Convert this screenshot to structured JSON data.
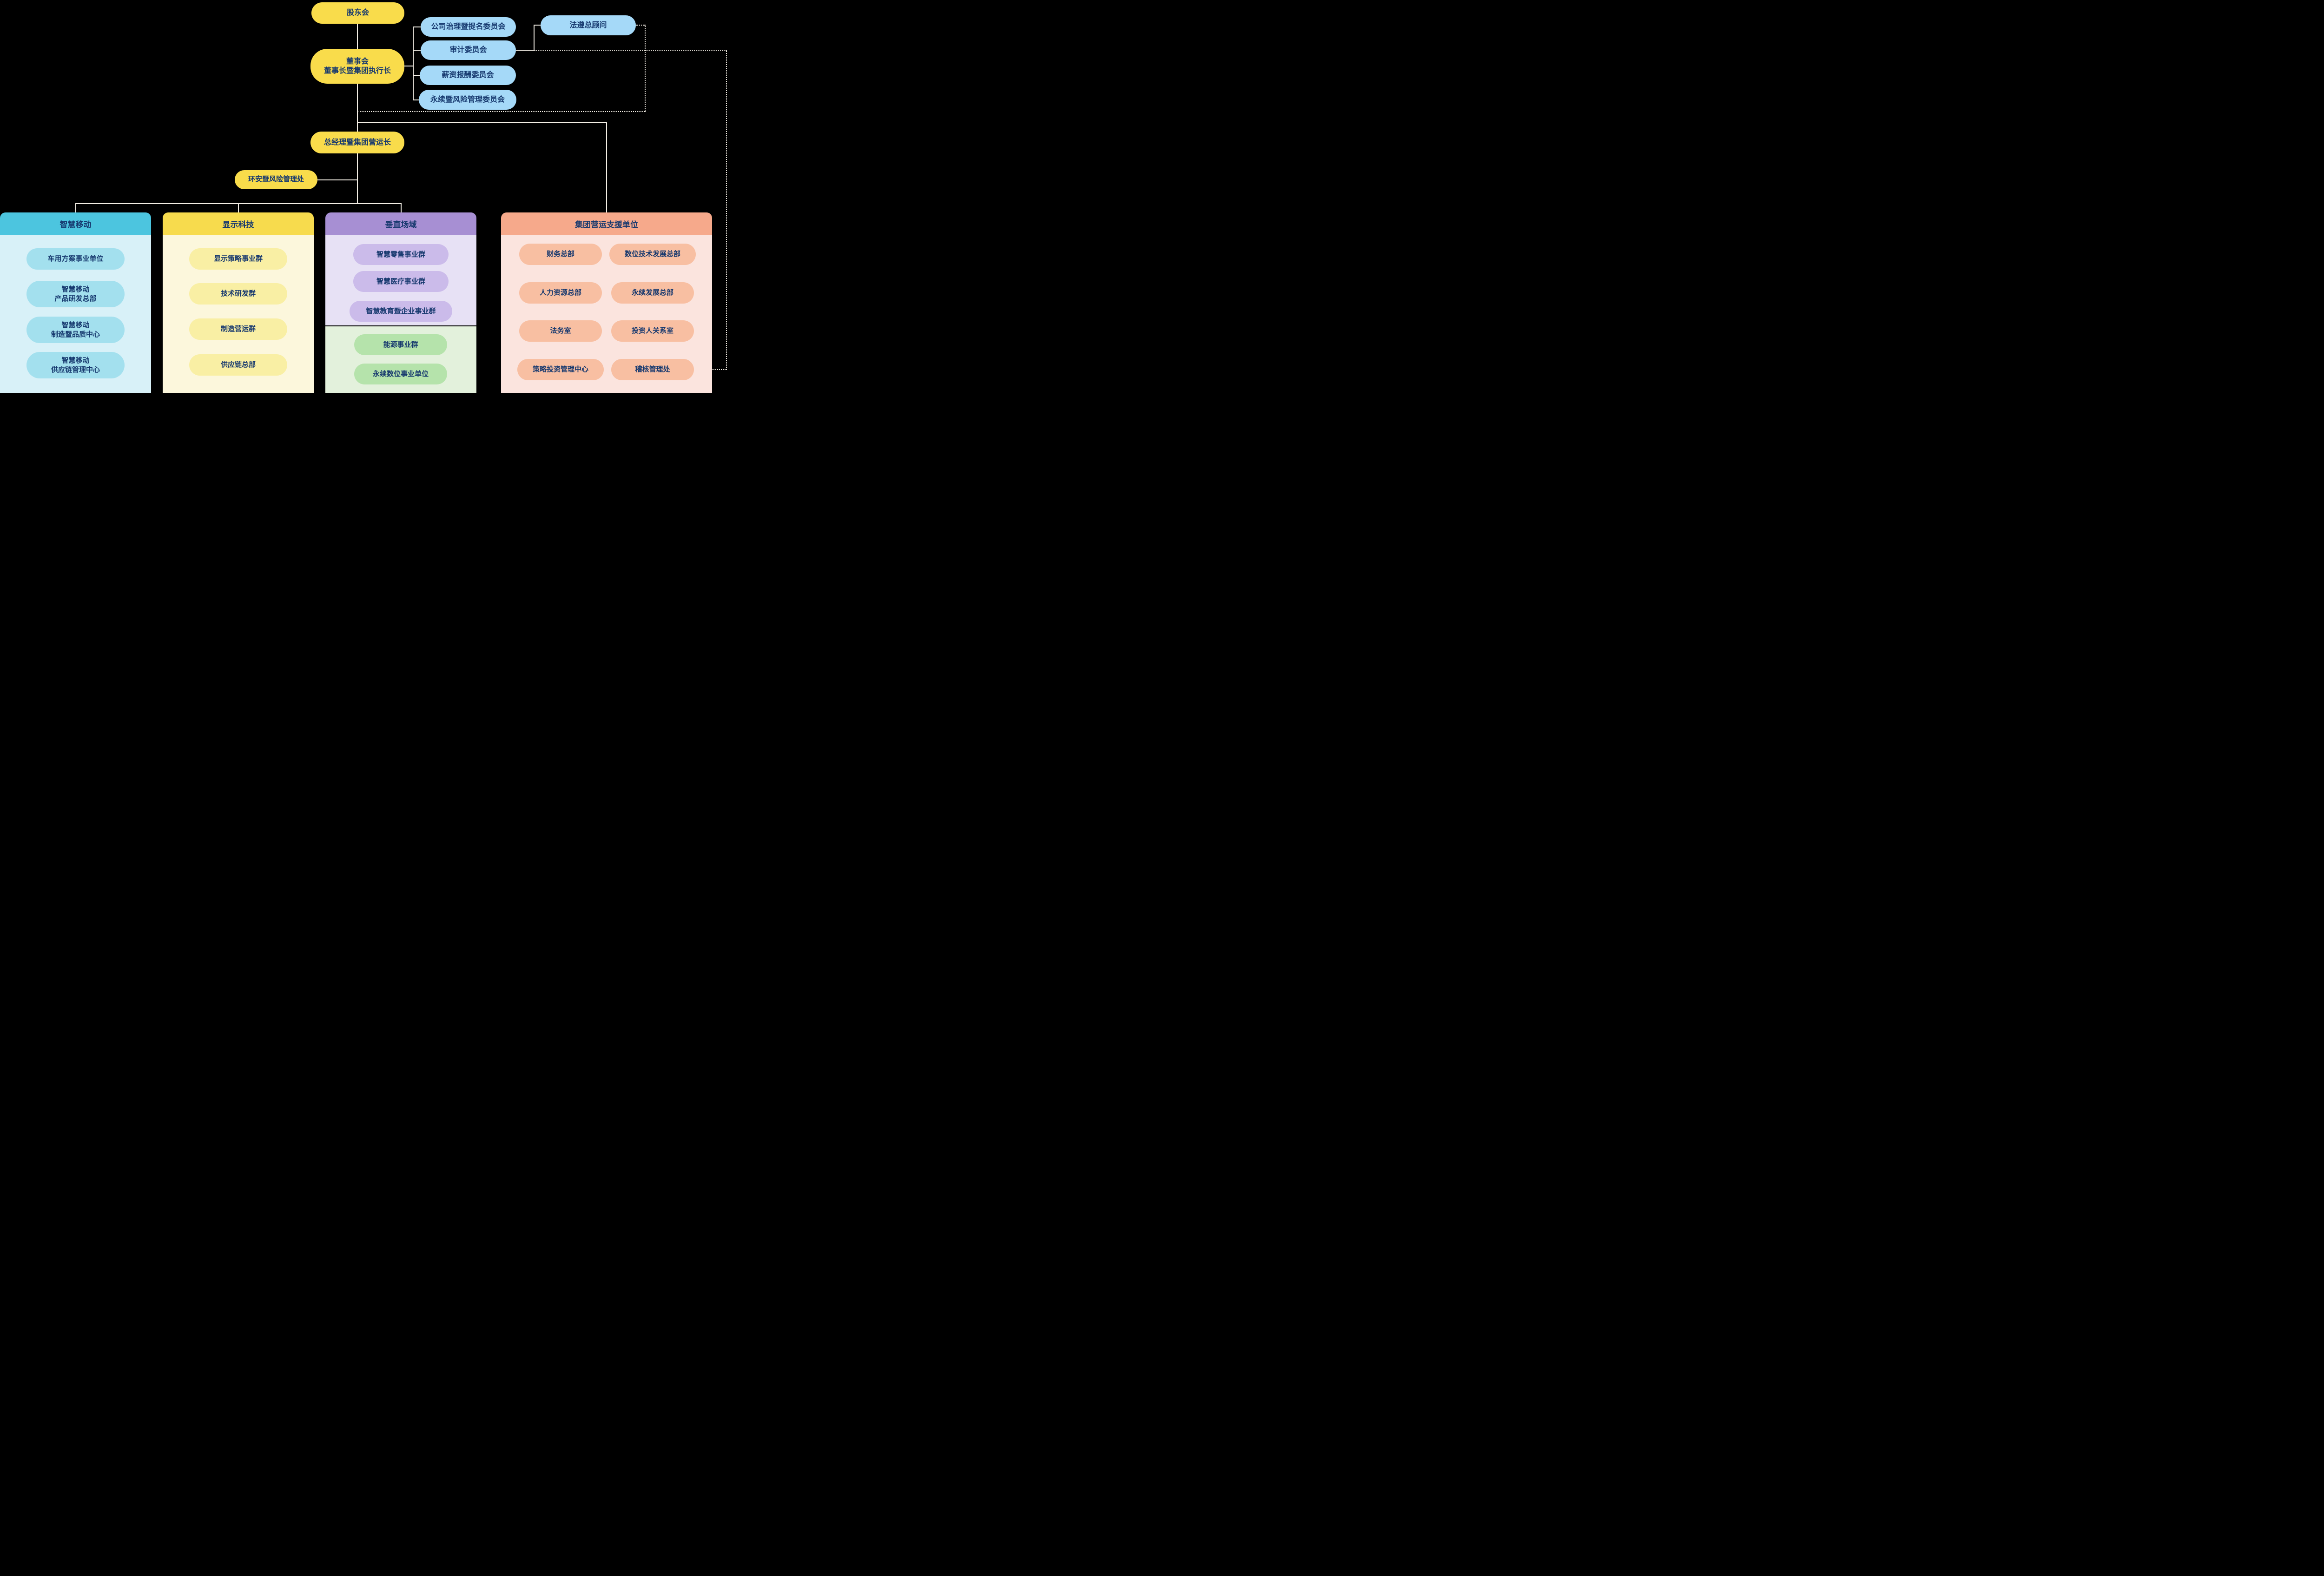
{
  "colors": {
    "background": "#000000",
    "connector_line": "#F2EDE4",
    "text": "#16386E",
    "yellow_node": "#F9DC4B",
    "blue_node": "#A5D9F8",
    "col1_header": "#4CC5DF",
    "col1_body": "#D8F1F8",
    "col1_pill": "#A3E0EE",
    "col2_header": "#F7DB4D",
    "col2_body": "#FCF7DC",
    "col2_pill": "#F9EFA4",
    "col3_header": "#A78FD3",
    "col3_body": "#E7E1F5",
    "col3_pill": "#CBBBEA",
    "col3_green_body": "#E3F1DC",
    "col3_green_pill": "#B5E3AB",
    "col4_header": "#F6A98B",
    "col4_body": "#FBE4DE",
    "col4_pill": "#F8BFA2"
  },
  "nodes": {
    "shareholders": "股东会",
    "board": "董事会\n董事长暨集团执行长",
    "coo": "总经理暨集团营运长",
    "ehs": "环安暨风险管理处",
    "compliance": "法遵总顾问",
    "committees": [
      "公司治理暨提名委员会",
      "审计委员会",
      "薪资报酬委员会",
      "永续暨风险管理委员会"
    ]
  },
  "columns": [
    {
      "title": "智慧移动",
      "items": [
        "车用方案事业单位",
        "智慧移动\n产品研发总部",
        "智慧移动\n制造暨品质中心",
        "智慧移动\n供应链管理中心"
      ]
    },
    {
      "title": "显示科技",
      "items": [
        "显示策略事业群",
        "技术研发群",
        "制造营运群",
        "供应链总部"
      ]
    },
    {
      "title": "垂直场域",
      "items": [
        "智慧零售事业群",
        "智慧医疗事业群",
        "智慧教育暨企业事业群"
      ],
      "green_items": [
        "能源事业群",
        "永续数位事业单位"
      ]
    },
    {
      "title": "集团营运支援单位",
      "left_items": [
        "财务总部",
        "人力资源总部",
        "法务室",
        "策略投资管理中心"
      ],
      "right_items": [
        "数位技术发展总部",
        "永续发展总部",
        "投资人关系室",
        "稽核管理处"
      ]
    }
  ]
}
